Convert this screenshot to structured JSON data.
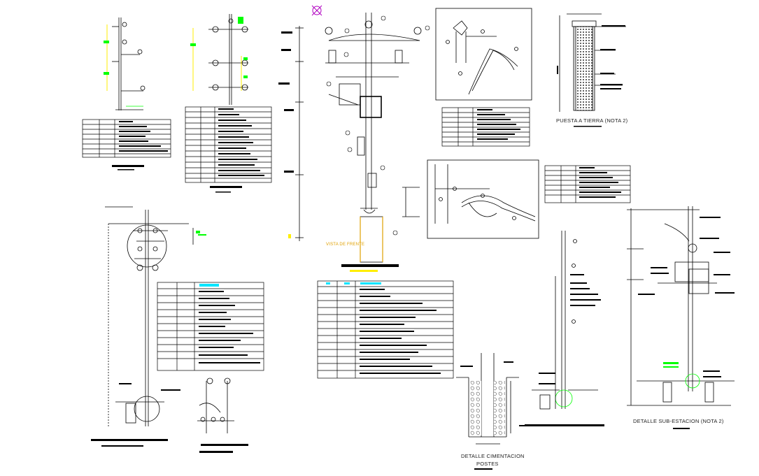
{
  "labels": {
    "vista_frente": "VISTA DE FRENTE",
    "puesta_tierra": "PUESTA A TIERRA (NOTA 2)",
    "detalle_cimentacion": "DETALLE CIMENTACION",
    "postes": "POSTES",
    "detalle_subestacion": "DETALLE SUB-ESTACION (NOTA 2)"
  },
  "colors": {
    "line": "#000000",
    "highlight_green": "#00ff00",
    "highlight_cyan": "#00e5ff",
    "highlight_yellow": "#ffee00",
    "accent_magenta": "#b000c0",
    "text_yellow": "#e0a000"
  }
}
